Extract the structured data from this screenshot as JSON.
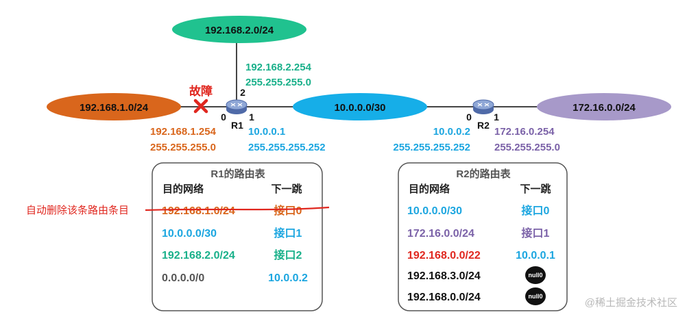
{
  "colors": {
    "orange": "#d9661c",
    "green": "#19b08a",
    "blue": "#1ca6e0",
    "purple": "#7b62a8",
    "red": "#e0271f",
    "black": "#222222",
    "gray": "#555555",
    "net_192_168_2": "#20c28f",
    "net_192_168_1": "#d9661c",
    "net_10": "#16aee8",
    "net_172": "#a799c9"
  },
  "networks": {
    "n192_168_2": "192.168.2.0/24",
    "n192_168_1": "192.168.1.0/24",
    "n10": "10.0.0.0/30",
    "n172": "172.16.0.0/24"
  },
  "fault_label": "故障",
  "routers": {
    "r1": {
      "name": "R1",
      "port0": "0",
      "port1": "1",
      "port2": "2"
    },
    "r2": {
      "name": "R2",
      "port0": "0",
      "port1": "1"
    }
  },
  "interfaces": {
    "r1_if2_ip": "192.168.2.254",
    "r1_if2_mask": "255.255.255.0",
    "r1_if0_ip": "192.168.1.254",
    "r1_if0_mask": "255.255.255.0",
    "r1_if1_ip": "10.0.0.1",
    "r1_if1_mask": "255.255.255.252",
    "r2_if0_ip": "10.0.0.2",
    "r2_if0_mask": "255.255.255.252",
    "r2_if1_ip": "172.16.0.254",
    "r2_if1_mask": "255.255.255.0"
  },
  "annotation": "自动删除该条路由条目",
  "r1_table": {
    "title": "R1的路由表",
    "col_dest": "目的网络",
    "col_next": "下一跳",
    "rows": [
      {
        "dest": "192.168.1.0/24",
        "next": "接口0"
      },
      {
        "dest": "10.0.0.0/30",
        "next": "接口1"
      },
      {
        "dest": "192.168.2.0/24",
        "next": "接口2"
      },
      {
        "dest": "0.0.0.0/0",
        "next": "10.0.0.2"
      }
    ]
  },
  "r2_table": {
    "title": "R2的路由表",
    "col_dest": "目的网络",
    "col_next": "下一跳",
    "rows": [
      {
        "dest": "10.0.0.0/30",
        "next": "接口0"
      },
      {
        "dest": "172.16.0.0/24",
        "next": "接口1"
      },
      {
        "dest": "192.168.0.0/22",
        "next": "10.0.0.1"
      },
      {
        "dest": "192.168.3.0/24",
        "next": "null0"
      },
      {
        "dest": "192.168.0.0/24",
        "next": "null0"
      }
    ]
  },
  "watermark": "@稀土掘金技术社区"
}
